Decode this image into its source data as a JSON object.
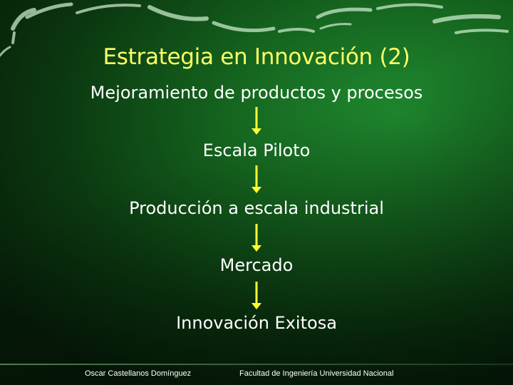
{
  "title": "Estrategia en Innovación (2)",
  "steps": [
    "Mejoramiento de productos y procesos",
    "Escala Piloto",
    "Producción a escala industrial",
    "Mercado",
    "Innovación Exitosa"
  ],
  "footer": {
    "author": "Oscar Castellanos Domínguez",
    "institution": "Facultad de Ingeniería Universidad Nacional"
  },
  "colors": {
    "title": "#ffff66",
    "arrow": "#ffff33",
    "text": "#ffffff",
    "background": "#15651f"
  }
}
